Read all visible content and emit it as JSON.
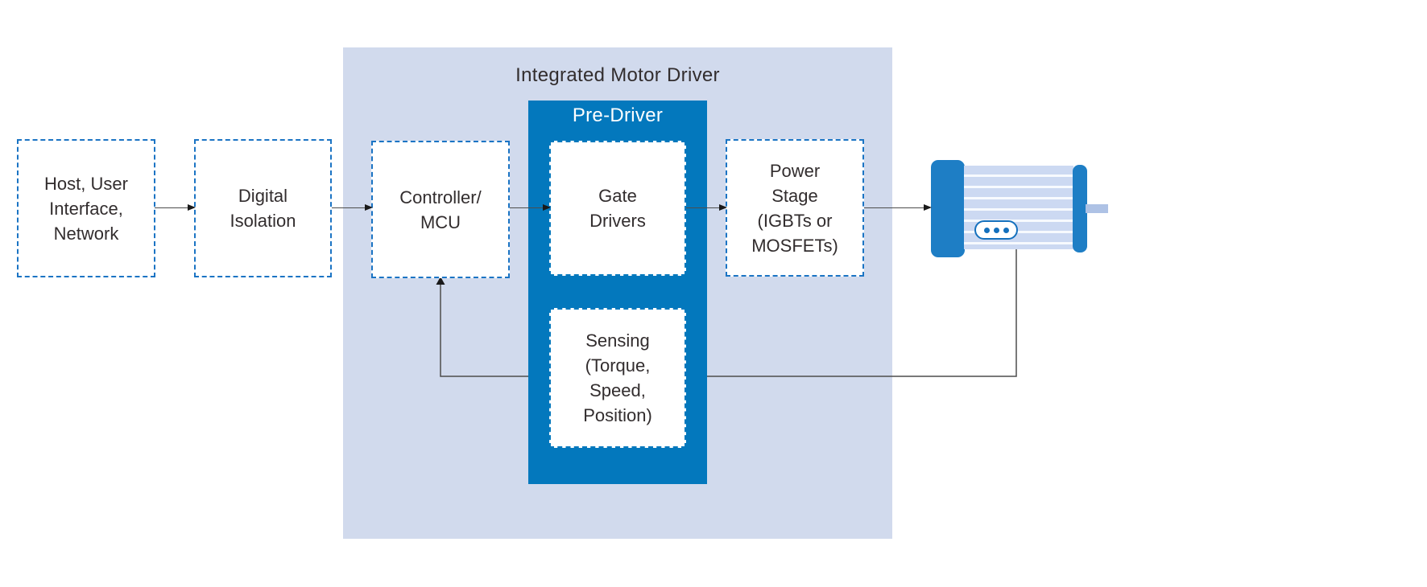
{
  "diagram": {
    "region": {
      "title": "Integrated Motor Driver"
    },
    "predriver": {
      "title": "Pre-Driver"
    },
    "blocks": {
      "host": {
        "label": "Host, User\nInterface,\nNetwork"
      },
      "isolation": {
        "label": "Digital\nIsolation"
      },
      "controller": {
        "label": "Controller/\nMCU"
      },
      "gate_drivers": {
        "label": "Gate\nDrivers"
      },
      "sensing": {
        "label": "Sensing\n(Torque,\nSpeed,\nPosition)"
      },
      "power_stage": {
        "label": "Power\nStage\n(IGBTs or\nMOSFETs)"
      }
    },
    "icons": {
      "motor": "motor-icon"
    },
    "colors": {
      "band_blue": "#0378BD",
      "region_fill": "#D1DAED",
      "dashed_border": "#1B74C4",
      "motor_cap": "#1E7EC5",
      "motor_body": "#CCD9F2",
      "motor_stripe": "#F7FAFE",
      "motor_shaft": "#AEC2E5",
      "text": "#322D2E",
      "connector": "#4D4D4D"
    }
  }
}
